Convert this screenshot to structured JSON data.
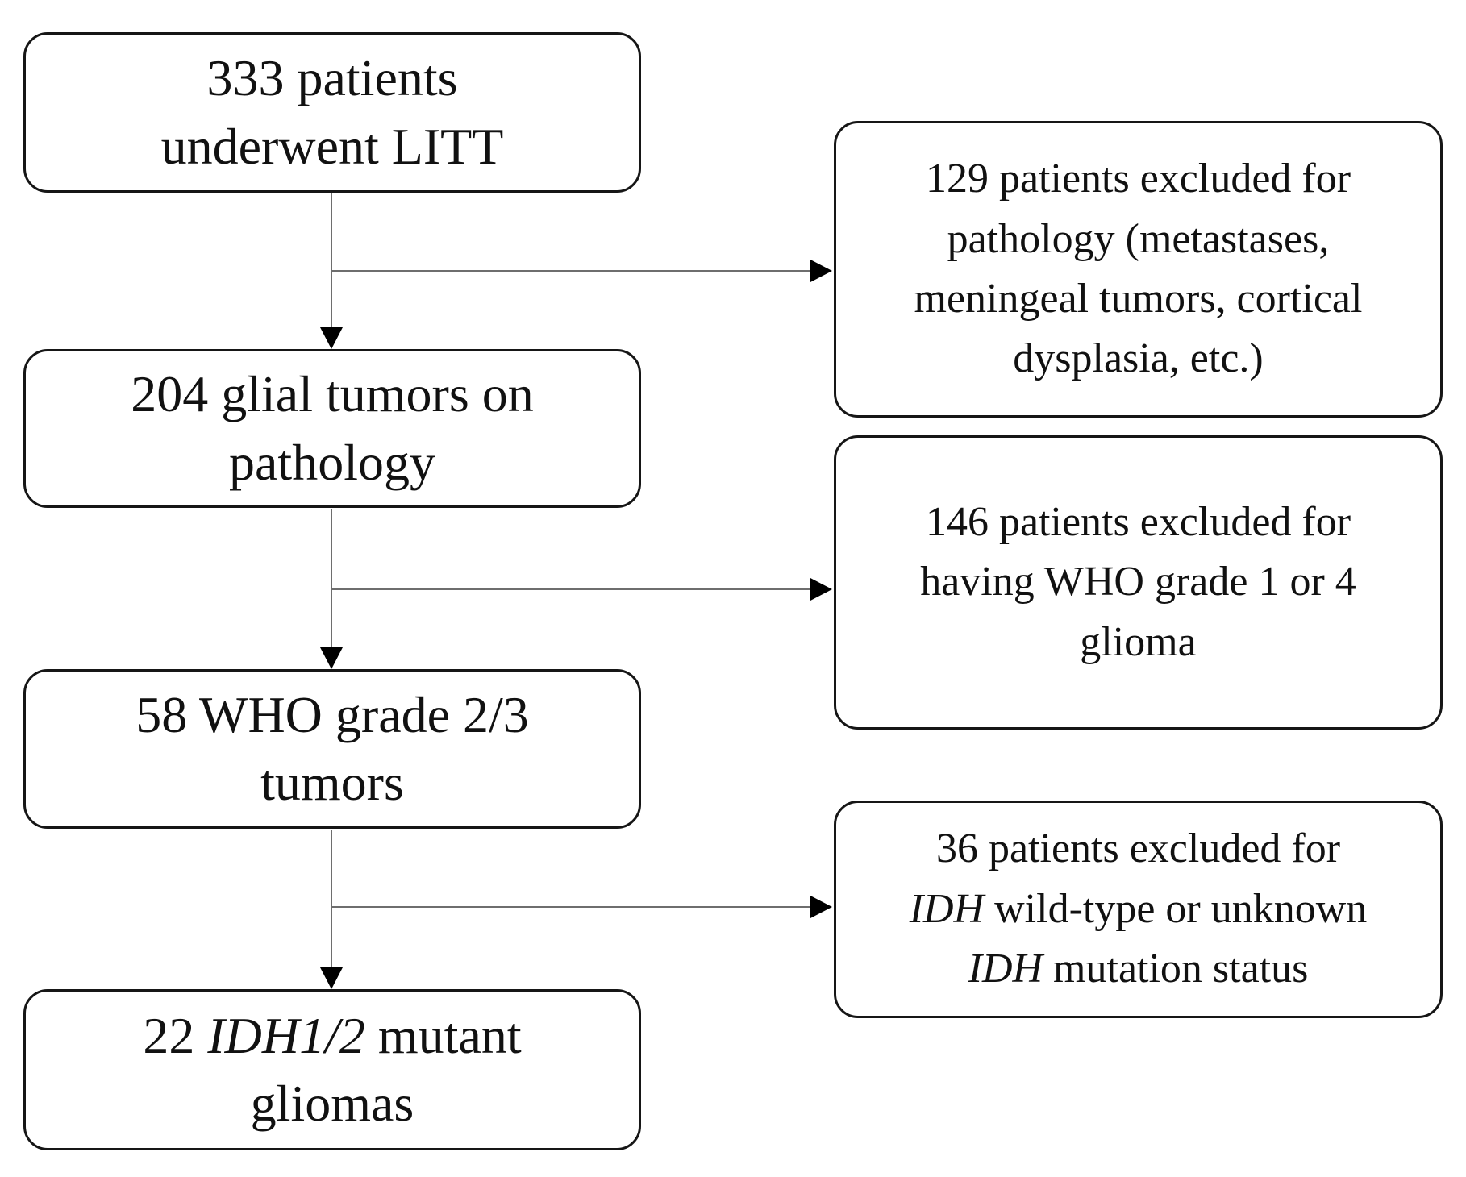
{
  "colors": {
    "box_border": "#161616",
    "text": "#111111",
    "connector": "#6e6e6e",
    "arrowhead": "#000000",
    "background": "#ffffff"
  },
  "nodes": {
    "underwent_litt": {
      "lines": [
        [
          {
            "text": "333 patients"
          }
        ],
        [
          {
            "text": "underwent LITT"
          }
        ]
      ]
    },
    "glial_tumors": {
      "lines": [
        [
          {
            "text": "204 glial tumors on"
          }
        ],
        [
          {
            "text": "pathology"
          }
        ]
      ]
    },
    "who_grade_tumors": {
      "lines": [
        [
          {
            "text": "58 WHO grade 2/3"
          }
        ],
        [
          {
            "text": "tumors"
          }
        ]
      ]
    },
    "idh_mutant_gliomas": {
      "lines": [
        [
          {
            "text": "22 "
          },
          {
            "text": "IDH1/2",
            "italic": true
          },
          {
            "text": " mutant"
          }
        ],
        [
          {
            "text": "gliomas"
          }
        ]
      ]
    },
    "excluded_pathology": {
      "lines": [
        [
          {
            "text": "129 patients excluded for"
          }
        ],
        [
          {
            "text": "pathology (metastases,"
          }
        ],
        [
          {
            "text": "meningeal tumors, cortical"
          }
        ],
        [
          {
            "text": "dysplasia, etc.)"
          }
        ]
      ]
    },
    "excluded_who_grade": {
      "lines": [
        [
          {
            "text": "146 patients excluded for"
          }
        ],
        [
          {
            "text": "having WHO grade 1 or 4"
          }
        ],
        [
          {
            "text": "glioma"
          }
        ]
      ]
    },
    "excluded_idh": {
      "lines": [
        [
          {
            "text": "36 patients excluded for"
          }
        ],
        [
          {
            "text": "IDH",
            "italic": true
          },
          {
            "text": " wild-type or unknown"
          }
        ],
        [
          {
            "text": "IDH",
            "italic": true
          },
          {
            "text": " mutation status"
          }
        ]
      ]
    }
  }
}
